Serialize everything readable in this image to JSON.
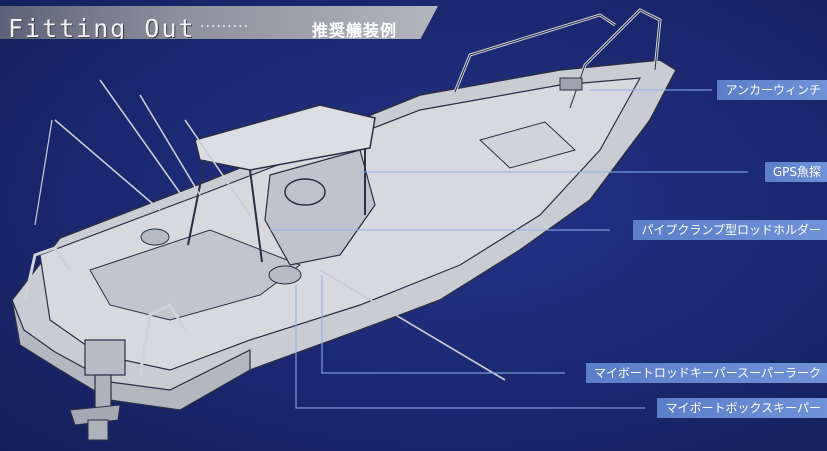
{
  "header": {
    "title_en": "Fitting Out",
    "dots": "·········",
    "title_jp": "推奨艤装例"
  },
  "callouts": [
    {
      "label": "アンカーウィンチ"
    },
    {
      "label": "GPS魚探"
    },
    {
      "label": "パイプクランプ型ロッドホルダー"
    },
    {
      "label": "マイボートロッドキーパースーパーラーク"
    },
    {
      "label": "マイボートボックスキーパー"
    }
  ],
  "colors": {
    "background": "#1a2766",
    "boat_fill": "#c9ccd3",
    "boat_line": "#2a2f45",
    "label_bg": "#5f84cf",
    "leader_line": "#8fb0ee"
  }
}
